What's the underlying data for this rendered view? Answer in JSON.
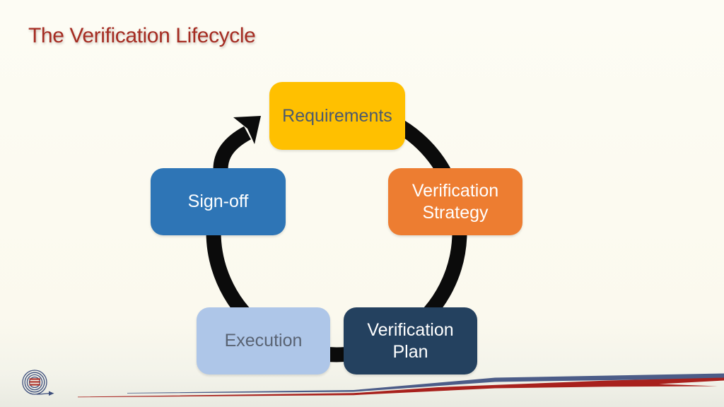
{
  "slide": {
    "title": "The Verification Lifecycle",
    "title_color": "#A52C22",
    "background_color": "#FBF9EE"
  },
  "diagram": {
    "type": "cycle",
    "direction": "clockwise",
    "arrow_color": "#0B0B0B",
    "steps": [
      {
        "label": "Requirements",
        "fill": "#FFC000",
        "text_color": "#4D5A6C",
        "position": "top"
      },
      {
        "label": "Verification Strategy",
        "fill": "#ED7D31",
        "text_color": "#FFFFFF",
        "position": "upper-right"
      },
      {
        "label": "Verification Plan",
        "fill": "#24415F",
        "text_color": "#FFFFFF",
        "position": "lower-right"
      },
      {
        "label": "Execution",
        "fill": "#AEC6E8",
        "text_color": "#596373",
        "position": "lower-left"
      },
      {
        "label": "Sign-off",
        "fill": "#2E75B6",
        "text_color": "#FFFFFF",
        "position": "upper-left"
      }
    ]
  },
  "footer": {
    "stripe_blue": "#4C5C88",
    "stripe_red": "#A8211D",
    "logo": {
      "name": "spiral-arrow-logo",
      "ring_color": "#3D4E7C",
      "lines_color": "#B0342C"
    }
  }
}
